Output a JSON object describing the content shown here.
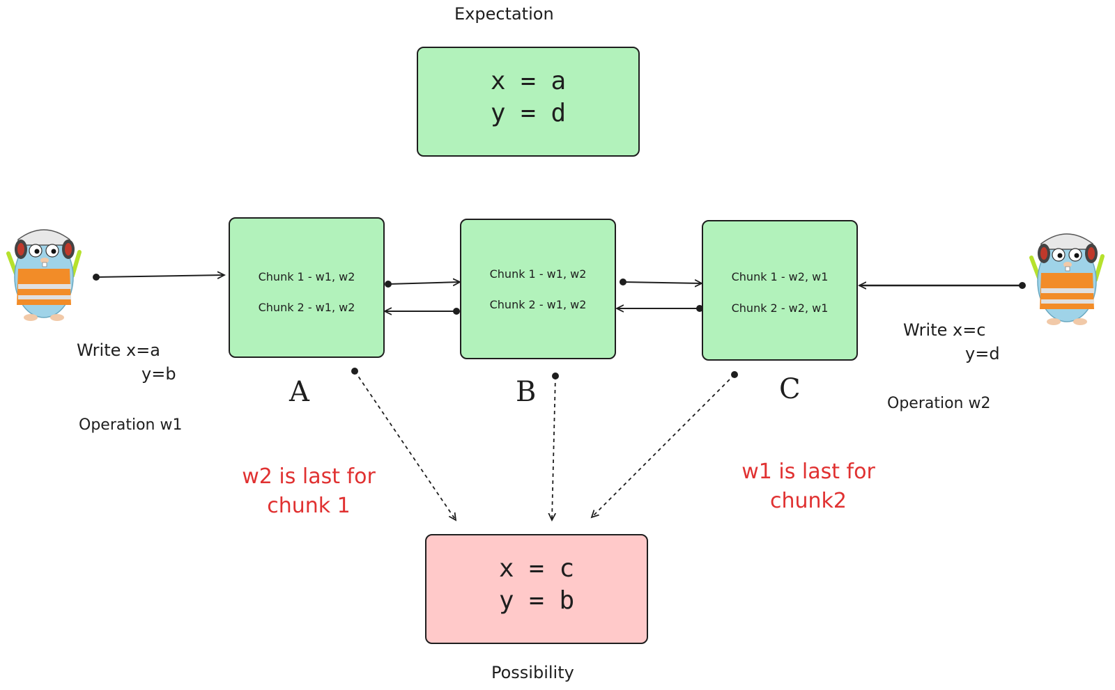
{
  "expectation": {
    "title": "Expectation",
    "line1": "x = a",
    "line2": "y = d"
  },
  "nodes": [
    {
      "name": "A",
      "chunk1": "Chunk 1 - w1, w2",
      "chunk2": "Chunk 2 - w1, w2"
    },
    {
      "name": "B",
      "chunk1": "Chunk 1 - w1, w2",
      "chunk2": "Chunk 2 - w1, w2"
    },
    {
      "name": "C",
      "chunk1": "Chunk 1 - w2, w1",
      "chunk2": "Chunk 2 - w2, w1"
    }
  ],
  "writers": {
    "left": {
      "write": "Write x=a",
      "value2": "y=b",
      "operation": "Operation w1"
    },
    "right": {
      "write": "Write x=c",
      "value2": "y=d",
      "operation": "Operation w2"
    }
  },
  "notes": {
    "left_line1": "w2 is last for",
    "left_line2": "chunk 1",
    "right_line1": "w1 is last for",
    "right_line2": "chunk2"
  },
  "possibility": {
    "title": "Possibility",
    "line1": "x = c",
    "line2": "y = b"
  },
  "colors": {
    "green_box": "#b2f2bb",
    "red_box": "#ffc9c9",
    "note_text": "#e03131",
    "gopher_body": "#9fd3e8",
    "vest": "#f28c28"
  },
  "icons": {
    "writer_left": "gopher-construction-icon",
    "writer_right": "gopher-construction-icon"
  }
}
